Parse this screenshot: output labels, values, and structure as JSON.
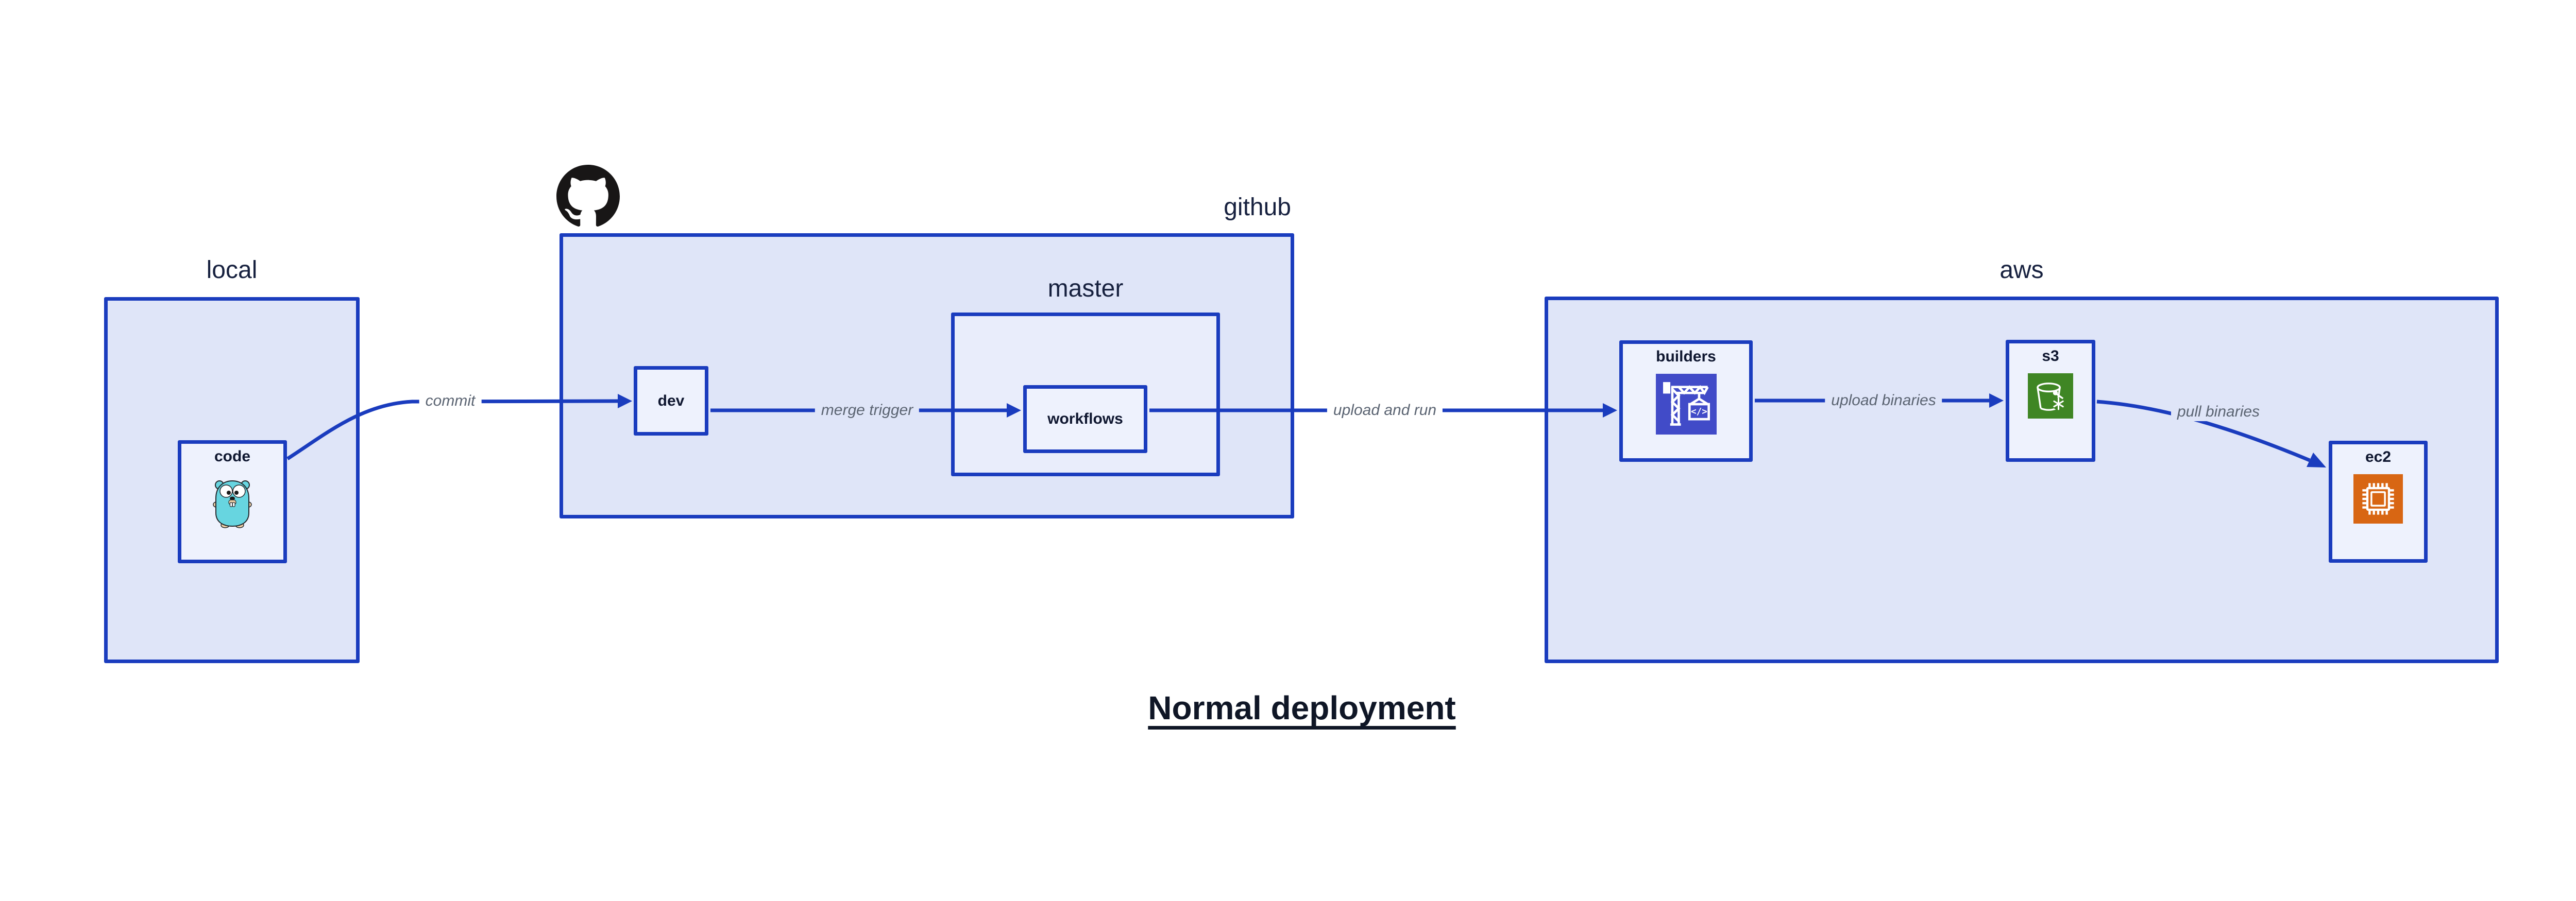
{
  "diagram": {
    "title": "Normal deployment",
    "groups": {
      "local": {
        "label": "local"
      },
      "github": {
        "label": "github"
      },
      "master": {
        "label": "master"
      },
      "aws": {
        "label": "aws"
      }
    },
    "nodes": {
      "code": {
        "label": "code",
        "icon": "go-gopher"
      },
      "dev": {
        "label": "dev"
      },
      "workflows": {
        "label": "workflows"
      },
      "builders": {
        "label": "builders",
        "icon": "construction-crane"
      },
      "s3": {
        "label": "s3",
        "icon": "bucket-snowflake"
      },
      "ec2": {
        "label": "ec2",
        "icon": "cpu-chip"
      }
    },
    "edges": [
      {
        "id": "commit",
        "label": "commit",
        "from": "code",
        "to": "dev"
      },
      {
        "id": "merge-trigger",
        "label": "merge trigger",
        "from": "dev",
        "to": "workflows"
      },
      {
        "id": "upload-and-run",
        "label": "upload and run",
        "from": "workflows",
        "to": "builders"
      },
      {
        "id": "upload-binaries",
        "label": "upload binaries",
        "from": "builders",
        "to": "s3"
      },
      {
        "id": "pull-binaries",
        "label": "pull binaries",
        "from": "s3",
        "to": "ec2"
      }
    ],
    "colors": {
      "accent_blue": "#1a3cbe",
      "group_fill": "#dfe5f8",
      "master_fill": "#e9edfb",
      "node_fill": "#eef2fd",
      "text_dark": "#0f1730",
      "edge_label_gray": "#5b6472",
      "builders_icon_bg": "#414bc8",
      "s3_icon_green": "#3f8624",
      "ec2_icon_orange": "#d86613",
      "github_logo_black": "#181616",
      "gopher_teal": "#67d5e0"
    }
  }
}
